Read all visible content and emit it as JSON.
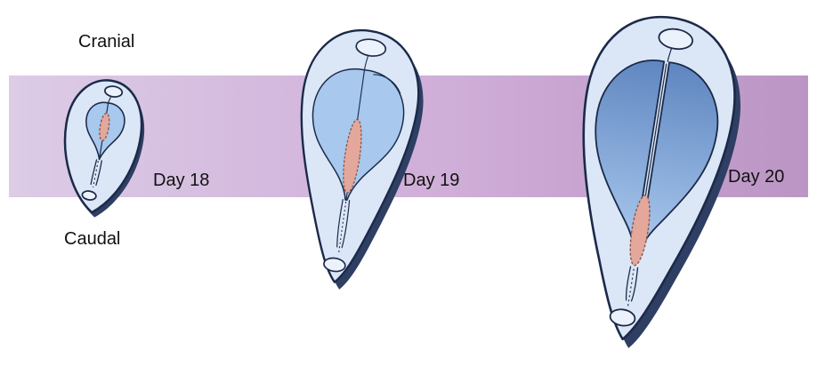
{
  "figure": {
    "orientation_labels": {
      "top": "Cranial",
      "bottom": "Caudal"
    },
    "stages": [
      {
        "label": "Day 18"
      },
      {
        "label": "Day 19"
      },
      {
        "label": "Day 20"
      }
    ],
    "colors": {
      "band_left": "#dccce6",
      "band_mid": "#cfaed8",
      "band_right": "#bb95c4",
      "embryo_body": "#dbe7f7",
      "embryo_outline": "#1b2a49",
      "embryo_shadow": "#2e3f63",
      "cut_oval": "#ecf2fb",
      "neural_plate": "#a8c8ed",
      "neural_plate_deep": "#5f86c0",
      "primitive_streak": "#e3a79b",
      "streak_outline": "#8a564c",
      "text": "#111111"
    }
  }
}
